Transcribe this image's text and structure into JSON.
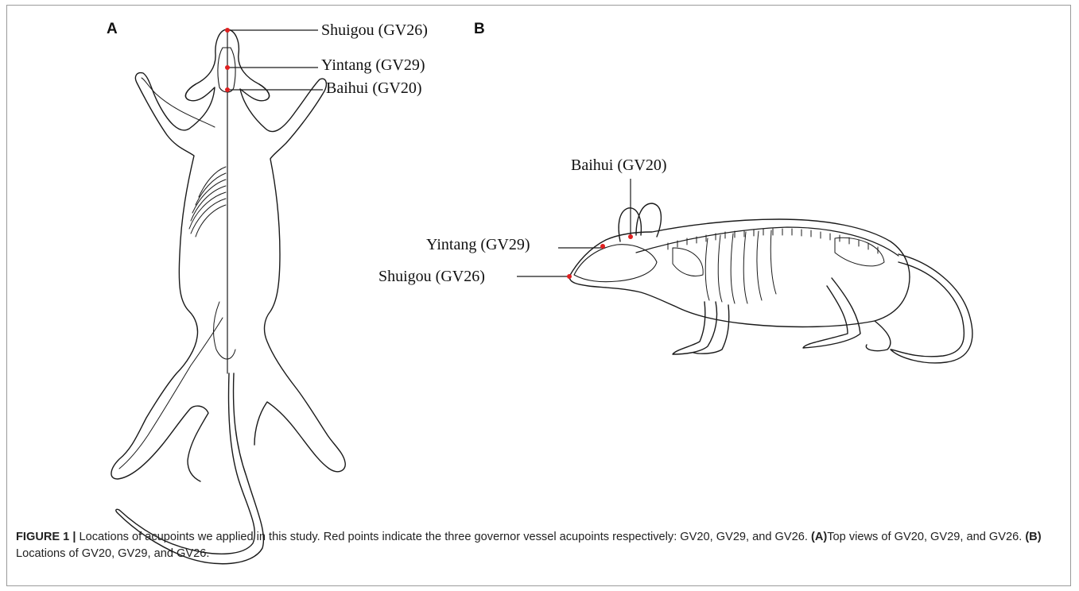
{
  "panels": {
    "a": {
      "letter": "A",
      "labels": {
        "gv26": "Shuigou (GV26)",
        "gv29": "Yintang (GV29)",
        "gv20": "Baihui (GV20)"
      }
    },
    "b": {
      "letter": "B",
      "labels": {
        "gv20": "Baihui (GV20)",
        "gv29": "Yintang (GV29)",
        "gv26": "Shuigou (GV26)"
      }
    }
  },
  "colors": {
    "acupoint": "#e02020",
    "outline": "#1a1a1a",
    "border": "#9a9a9a"
  },
  "caption": {
    "figure_label": "FIGURE 1 |",
    "text1": " Locations of acupoints we applied in this study. Red points indicate the three governor vessel acupoints respectively: GV20, GV29, and GV26. ",
    "a_label": "(A)",
    "text2": "Top views of GV20, GV29, and GV26. ",
    "b_label": "(B)",
    "text3": " Locations of GV20, GV29, and GV26."
  }
}
